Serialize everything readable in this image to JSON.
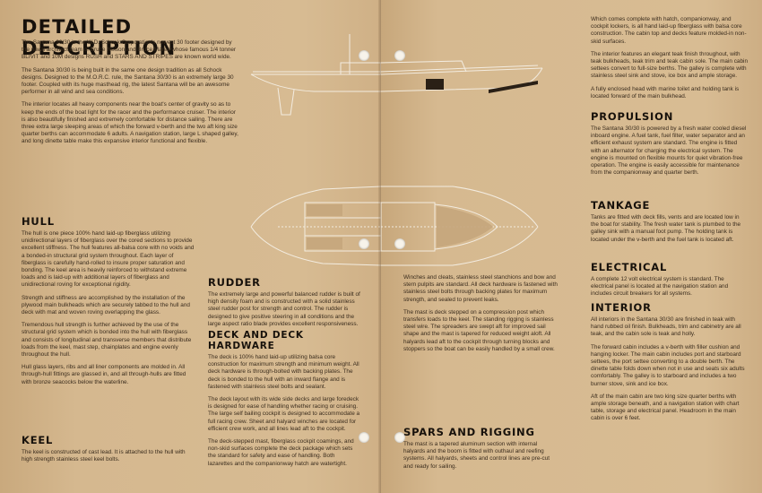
{
  "left_page": {
    "title": "DETAILED DESCRIPTION",
    "intro_paragraphs": [
      "The Santana 30/30 is the W.D. Schock Corporation's newest 30 footer designed by the naval architect team of Bruce Nelson and Bruce Marek whose famous 1/4 tonner BLIVIT and 10M designs RUSH and STARS AND STRIPES are known world wide.",
      "The Santana 30/30 is being built in the same one design tradition as all Schock designs. Designed to the M.O.R.C. rule, the Santana 30/30 is an extremely large 30 footer. Coupled with its huge masthead rig, the latest Santana will be an awesome performer in all wind and sea conditions.",
      "The interior locates all heavy components near the boat's center of gravity so as to keep the ends of the boat light for the racer and the performance cruiser. The interior is also beautifully finished and extremely comfortable for distance sailing. There are three extra large sleeping areas of which the forward v-berth and the two aft king size quarter berths can accommodate 6 adults. A navigation station, large L shaped galley, and long dinette table make this expansive interior functional and flexible."
    ],
    "hull": {
      "heading": "HULL",
      "paragraphs": [
        "The hull is one piece 100% hand laid-up fiberglass utilizing unidirectional layers of fiberglass over the cored sections to provide excellent stiffness. The hull features all-balsa core with no voids and a bonded-in structural grid system throughout. Each layer of fiberglass is carefully hand-rolled to insure proper saturation and bonding. The keel area is heavily reinforced to withstand extreme loads and is laid-up with additional layers of fiberglass and unidirectional roving for exceptional rigidity.",
        "Strength and stiffness are accomplished by the installation of the plywood main bulkheads which are securely tabbed to the hull and deck with mat and woven roving overlapping the glass.",
        "Tremendous hull strength is further achieved by the use of the structural grid system which is bonded into the hull with fiberglass and consists of longitudinal and transverse members that distribute loads from the keel, mast step, chainplates and engine evenly throughout the hull.",
        "Hull glass layers, ribs and all liner components are molded in. All through-hull fittings are glassed in, and all through-hulls are fitted with bronze seacocks below the waterline."
      ]
    },
    "keel": {
      "heading": "KEEL",
      "paragraphs": [
        "The keel is constructed of cast lead. It is attached to the hull with high strength stainless steel keel bolts."
      ]
    },
    "rudder": {
      "heading": "RUDDER",
      "paragraphs": [
        "The extremely large and powerful balanced rudder is built of high density foam and is constructed with a solid stainless steel rudder post for strength and control. The rudder is designed to give positive steering in all conditions and the large aspect ratio blade provides excellent responsiveness."
      ]
    },
    "deck": {
      "heading": "DECK AND DECK HARDWARE",
      "paragraphs": [
        "The deck is 100% hand laid-up utilizing balsa core construction for maximum strength and minimum weight. All deck hardware is through-bolted with backing plates. The deck is bonded to the hull with an inward flange and is fastened with stainless steel bolts and sealant.",
        "The deck layout with its wide side decks and large foredeck is designed for ease of handling whether racing or cruising. The large self bailing cockpit is designed to accommodate a full racing crew. Sheet and halyard winches are located for efficient crew work, and all lines lead aft to the cockpit.",
        "The deck-stepped mast, fiberglass cockpit coamings, and non-skid surfaces complete the deck package which sets the standard for safety and ease of handling. Both lazarettes and the companionway hatch are watertight."
      ]
    },
    "diagram_caption": ""
  },
  "right_page": {
    "intro_paragraphs": [
      "Which comes complete with hatch, companionway, and cockpit lockers, is all hand laid-up fiberglass with balsa core construction. The cabin top and decks feature molded-in non-skid surfaces.",
      "The interior features an elegant teak finish throughout, with teak bulkheads, teak trim and teak cabin sole. The main cabin settees convert to full-size berths. The galley is complete with stainless steel sink and stove, ice box and ample storage.",
      "A fully enclosed head with marine toilet and holding tank is located forward of the main bulkhead."
    ],
    "propulsion": {
      "heading": "PROPULSION",
      "paragraphs": [
        "The Santana 30/30 is powered by a fresh water cooled diesel inboard engine. A fuel tank, fuel filter, water separator and an efficient exhaust system are standard. The engine is fitted with an alternator for charging the electrical system. The engine is mounted on flexible mounts for quiet vibration-free operation. The engine is easily accessible for maintenance from the companionway and quarter berth."
      ]
    },
    "tankage": {
      "heading": "TANKAGE",
      "paragraphs": [
        "Tanks are fitted with deck fills, vents and are located low in the boat for stability. The fresh water tank is plumbed to the galley sink with a manual foot pump. The holding tank is located under the v-berth and the fuel tank is located aft."
      ]
    },
    "electrical": {
      "heading": "ELECTRICAL",
      "paragraphs": [
        "A complete 12 volt electrical system is standard. The electrical panel is located at the navigation station and includes circuit breakers for all systems."
      ]
    },
    "interior": {
      "heading": "INTERIOR",
      "paragraphs": [
        "All interiors in the Santana 30/30 are finished in teak with hand rubbed oil finish. Bulkheads, trim and cabinetry are all teak, and the cabin sole is teak and holly.",
        "The forward cabin includes a v-berth with filler cushion and hanging locker. The main cabin includes port and starboard settees, the port settee converting to a double berth. The dinette table folds down when not in use and seats six adults comfortably. The galley is to starboard and includes a two burner stove, sink and ice box.",
        "Aft of the main cabin are two king size quarter berths with ample storage beneath, and a navigation station with chart table, storage and electrical panel. Headroom in the main cabin is over 6 feet."
      ]
    },
    "col1": {
      "paragraph_top": "Winches and cleats, stainless steel stanchions and bow and stern pulpits are standard. All deck hardware is fastened with stainless steel bolts through backing plates for maximum strength, and sealed to prevent leaks.",
      "paragraph_mid": "The mast is deck stepped on a compression post which transfers loads to the keel. The standing rigging is stainless steel wire. The spreaders are swept aft for improved sail shape and the mast is tapered for reduced weight aloft. All halyards lead aft to the cockpit through turning blocks and stoppers so the boat can be easily handled by a small crew.",
      "spars_heading": "SPARS AND RIGGING",
      "paragraph_bottom": "The mast is a tapered aluminum section with internal halyards and the boom is fitted with outhaul and reefing systems. All halyards, sheets and control lines are pre-cut and ready for sailing."
    }
  },
  "colors": {
    "paper": "#d2b48a",
    "ink": "#1c140d",
    "body_text": "#3a2c1d",
    "line_art": "#f3ece0"
  }
}
